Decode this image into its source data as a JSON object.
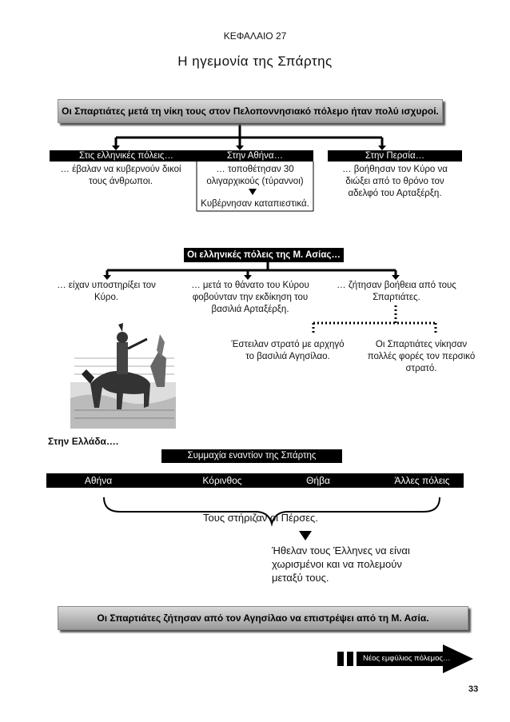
{
  "header": {
    "chapter": "ΚΕΦΑΛΑΙΟ 27",
    "title": "Η ηγεμονία της Σπάρτης"
  },
  "top_banner": "Οι Σπαρτιάτες μετά τη νίκη τους στον Πελοποννησιακό πόλεμο ήταν πολύ ισχυροί.",
  "branches": [
    {
      "label": "Στις ελληνικές πόλεις…",
      "text": [
        "… έβαλαν να κυβερνούν δικοί",
        "τους άνθρωποι."
      ]
    },
    {
      "label": "Στην Αθήνα…",
      "text": [
        "… τοποθέτησαν 30",
        "ολιγαρχικούς (τύραννοι)"
      ],
      "result": "Κυβέρνησαν καταπιεστικά."
    },
    {
      "label": "Στην Περσία…",
      "text": [
        "… βοήθησαν τον Κύρο να",
        "διώξει από το θρόνο τον",
        "αδελφό του Αρταξέρξη."
      ]
    }
  ],
  "asia_label": "Οι ελληνικές πόλεις της Μ. Ασίας…",
  "asia_items": [
    [
      "… είχαν υποστηρίξει τον",
      "Κύρο."
    ],
    [
      "… μετά το θάνατο του Κύρου",
      "φοβούνταν την εκδίκηση του",
      "βασιλιά Αρταξέρξη."
    ],
    [
      "… ζήτησαν βοήθεια από τους",
      "Σπαρτιάτες."
    ]
  ],
  "sparta_results": [
    [
      "Έστειλαν στρατό με αρχηγό",
      "το βασιλιά Αγησίλαο."
    ],
    [
      "Οι Σπαρτιάτες νίκησαν",
      "πολλές φορές τον περσικό",
      "στρατό."
    ]
  ],
  "greece_label": "Στην Ελλάδα….",
  "alliance_label": "Συμμαχία εναντίον της Σπάρτης",
  "cities": [
    "Αθήνα",
    "Κόρινθος",
    "Θήβα",
    "Άλλες πόλεις"
  ],
  "persians_support": "Τους στήριζαν οι Πέρσες.",
  "persians_goal": [
    "Ήθελαν τους Έλληνες να είναι",
    "χωρισμένοι και να πολεμούν",
    "μεταξύ τους."
  ],
  "bottom_banner": "Οι Σπαρτιάτες ζήτησαν από τον Αγησίλαο να επιστρέψει από τη Μ. Ασία.",
  "next_arrow": "Νέος εμφύλιος πόλεμος…",
  "page_number": "33"
}
